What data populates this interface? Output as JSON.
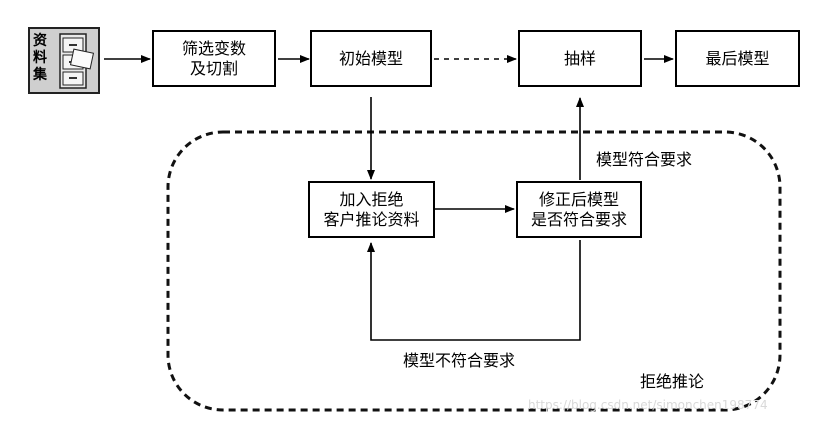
{
  "dataset_label": "资料集",
  "nodes": {
    "filter_split": [
      "筛选变数",
      "及切割"
    ],
    "initial_model": "初始模型",
    "sampling": "抽样",
    "final_model": "最后模型",
    "add_rejected": [
      "加入拒绝",
      "客户推论资料"
    ],
    "revise_model": [
      "修正后模型",
      "是否符合要求"
    ]
  },
  "labels": {
    "meets_requirements": "模型符合要求",
    "fails_requirements": "模型不符合要求",
    "region_title": "拒绝推论"
  },
  "watermark": "https://blog.csdn.net/simonchen198774"
}
